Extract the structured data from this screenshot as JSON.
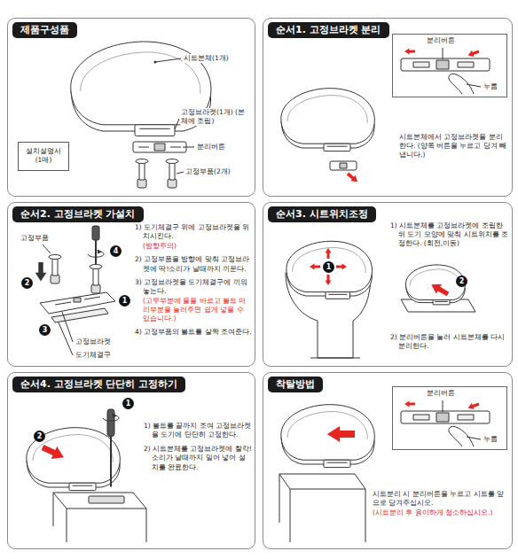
{
  "diagram": {
    "nodes": [
      {
        "text": [
          "제품구성품"
        ]
      },
      {
        "text": [
          "설치설명서 (1매)"
        ],
        "in": 0
      },
      {
        "text": [
          "순서1. 고정브라켓 분리",
          "시트본체에서 고정브라켓을 분리한다. (양쪽 버튼을 누르고 당겨 빼냅니다.)"
        ]
      },
      {
        "text": [
          "분리버튼",
          "누름"
        ],
        "in": 2
      },
      {
        "text": [
          "순서2. 고정브라켓 가설치",
          "1) 도기체결구 위에 고정브라켓을 위치시킨다.",
          "(방향주의)",
          "2) 고정부품을 방향에 맞춰 고정브라켓에 딱!소리가 날때까지 끼운다.",
          "3) 고정브라켓을 도기체결구에 끼워놓는다.",
          "(고무부분에 물을 바르고 볼트 머리부분을 눌러주면 쉽게 넣을 수 있습니다.)",
          "4) 고정부품의 볼트를 살짝 조여준다."
        ]
      },
      {
        "text": [
          "순서3. 시트위치조정",
          "1) 시트본체를 고정브라켓에 조립한 뒤 도기 모양에 맞춰 시트위치를 조정한다. (회전,이동)",
          "2) 분리버튼을 눌러 시트본체를 다시 분리한다."
        ]
      },
      {
        "text": [
          "순서4. 고정브라켓 단단히 고정하기",
          "1) 볼트를 끝까지 조여 고정브라켓을 도기에 단단히 고정한다.",
          "2) 시트본체를 고정브라켓에 찰칵! 소리가 날때까지 밀어 넣어 설치를 완료한다."
        ]
      },
      {
        "text": [
          "착탈방법",
          "시트분리 시 분리버튼을 누르고 시트를 앞으로 당겨주십시오.",
          "(시트분리 후 용이하게 청소하십시오.)"
        ]
      },
      {
        "text": [
          "분리버튼",
          "누름"
        ],
        "in": 7
      }
    ],
    "labels": [
      "시트본체(1개)",
      "고정브라켓(1개) (본체에 조립)",
      "분리버튼",
      "고정부품(2개)",
      "고정부품",
      "4",
      "2",
      "1",
      "3",
      "고정브라켓",
      "도기체결구",
      "1",
      "2",
      "1",
      "2"
    ]
  }
}
